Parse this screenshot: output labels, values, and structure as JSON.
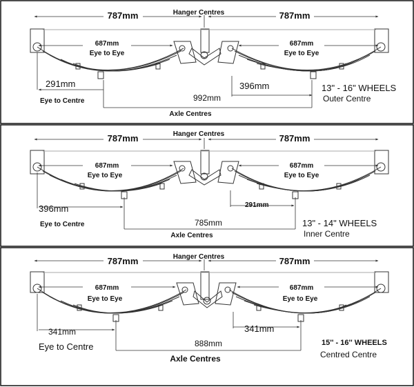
{
  "panels": [
    {
      "hanger_label": "Hanger Centres",
      "left_span": "787mm",
      "right_span": "787mm",
      "eye_left_value": "687mm",
      "eye_left_label": "Eye to Eye",
      "eye_right_value": "687mm",
      "eye_right_label": "Eye to Eye",
      "eye_centre_value": "291mm",
      "eye_centre_label": "Eye to Centre",
      "inner_value": "396mm",
      "axle_value": "992mm",
      "axle_label": "Axle Centres",
      "wheels": "13\" - 16\" WHEELS",
      "centre_type": "Outer Centre"
    },
    {
      "hanger_label": "Hanger Centres",
      "left_span": "787mm",
      "right_span": "787mm",
      "eye_left_value": "687mm",
      "eye_left_label": "Eye to Eye",
      "eye_right_value": "687mm",
      "eye_right_label": "Eye to Eye",
      "eye_centre_value": "396mm",
      "eye_centre_label": "Eye to Centre",
      "inner_value": "291mm",
      "axle_value": "785mm",
      "axle_label": "Axle Centres",
      "wheels": "13\" - 14\" WHEELS",
      "centre_type": "Inner Centre"
    },
    {
      "hanger_label": "Hanger Centres",
      "left_span": "787mm",
      "right_span": "787mm",
      "eye_left_value": "687mm",
      "eye_left_label": "Eye to Eye",
      "eye_right_value": "687mm",
      "eye_right_label": "Eye to Eye",
      "eye_centre_value": "341mm",
      "eye_centre_label": "Eye to Centre",
      "inner_value": "341mm",
      "axle_value": "888mm",
      "axle_label": "Axle Centres",
      "wheels": "15'' - 16'' WHEELS",
      "centre_type": "Centred Centre"
    }
  ]
}
